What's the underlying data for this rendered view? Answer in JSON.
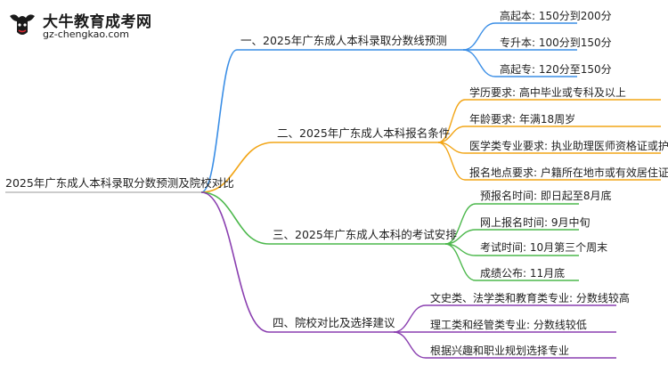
{
  "logo": {
    "name": "大牛教育成考网",
    "url": "gz-chengkao.com"
  },
  "colors": {
    "blue": "#3a8ee6",
    "orange": "#f2a516",
    "green": "#4cb84c",
    "purple": "#8a3fb0"
  },
  "root": {
    "label": "2025年广东成人本科录取分数预测及院校对比"
  },
  "branches": [
    {
      "label": "一、2025年广东成人本科录取分数线预测",
      "color": "blue",
      "leaves": [
        "高起本: 150分到200分",
        "专升本: 100分到150分",
        "高起专: 120分至150分"
      ]
    },
    {
      "label": "二、2025年广东成人本科报名条件",
      "color": "orange",
      "leaves": [
        "学历要求: 高中毕业或专科及以上",
        "年龄要求: 年满18周岁",
        "医学类专业要求: 执业助理医师资格证或护士证",
        "报名地点要求: 户籍所在地市或有效居住证"
      ]
    },
    {
      "label": "三、2025年广东成人本科的考试安排",
      "color": "green",
      "leaves": [
        "预报名时间: 即日起至8月底",
        "网上报名时间: 9月中旬",
        "考试时间: 10月第三个周末",
        "成绩公布: 11月底"
      ]
    },
    {
      "label": "四、院校对比及选择建议",
      "color": "purple",
      "leaves": [
        "文史类、法学类和教育类专业: 分数线较高",
        "理工类和经管类专业: 分数线较低",
        "根据兴趣和职业规划选择专业"
      ]
    }
  ]
}
